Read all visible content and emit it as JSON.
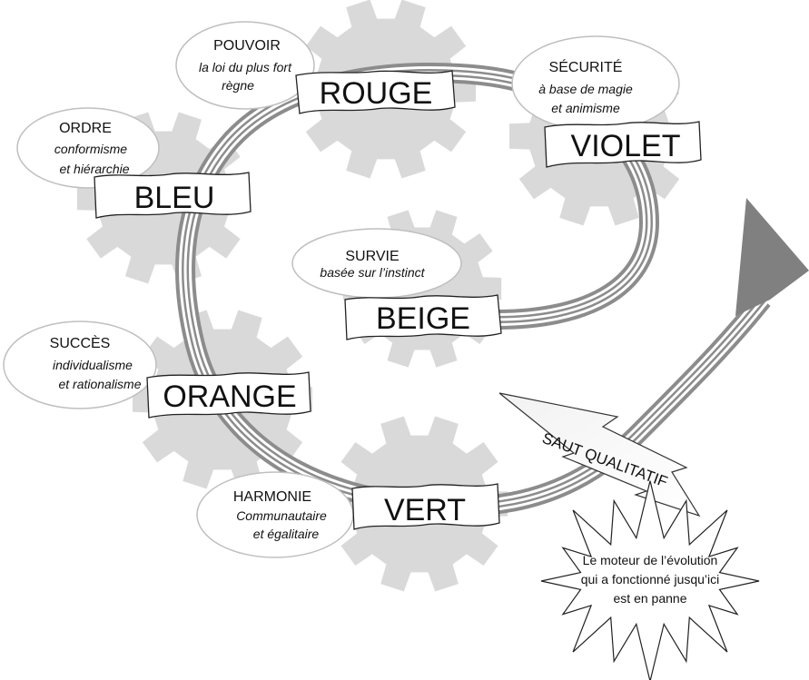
{
  "levels": {
    "beige": {
      "title": "SURVIE",
      "line1": "basée sur l’instinct",
      "line2": "",
      "banner": "BEIGE"
    },
    "violet": {
      "title": "SÉCURITÉ",
      "line1": "à base de magie",
      "line2": "et animisme",
      "banner": "VIOLET"
    },
    "rouge": {
      "title": "POUVOIR",
      "line1": "la loi du plus fort",
      "line2": "règne",
      "banner": "ROUGE"
    },
    "bleu": {
      "title": "ORDRE",
      "line1": "conformisme",
      "line2": "et hiérarchie",
      "banner": "BLEU"
    },
    "orange": {
      "title": "SUCCÈS",
      "line1": "individualisme",
      "line2": "et rationalisme",
      "banner": "ORANGE"
    },
    "vert": {
      "title": "HARMONIE",
      "line1": "Communautaire",
      "line2": "et égalitaire",
      "banner": "VERT"
    }
  },
  "leap": {
    "label": "SAUT QUALITATIF"
  },
  "burst": {
    "line1": "Le moteur de l’évolution",
    "line2": "qui a fonctionné jusqu’ici",
    "line3": "est en panne"
  },
  "colors": {
    "gear": "#d9d9d9",
    "spiral": "#8c8c8c",
    "arrow": "#808080",
    "oval_stroke": "#bfbfbf"
  }
}
